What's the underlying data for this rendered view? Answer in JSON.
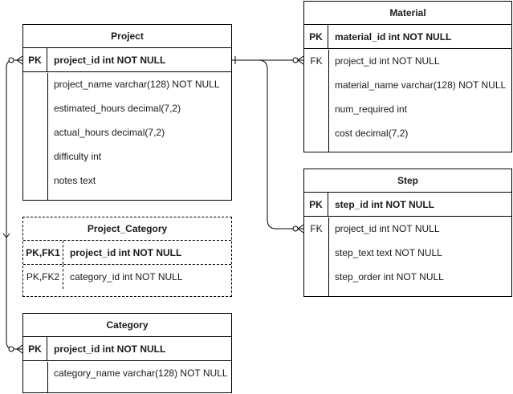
{
  "entities": {
    "project": {
      "name": "Project",
      "pk": {
        "key": "PK",
        "field": "project_id int NOT NULL"
      },
      "fields": [
        "project_name varchar(128) NOT NULL",
        "estimated_hours decimal(7,2)",
        "actual_hours decimal(7,2)",
        "difficulty int",
        "notes text"
      ]
    },
    "material": {
      "name": "Material",
      "pk": {
        "key": "PK",
        "field": "material_id int NOT NULL"
      },
      "fk": {
        "key": "FK",
        "field": "project_id int NOT NULL"
      },
      "fields": [
        "material_name varchar(128) NOT NULL",
        "num_required int",
        "cost decimal(7,2)"
      ]
    },
    "step": {
      "name": "Step",
      "pk": {
        "key": "PK",
        "field": "step_id int NOT NULL"
      },
      "fk": {
        "key": "FK",
        "field": "project_id int NOT NULL"
      },
      "fields": [
        "step_text text NOT NULL",
        "step_order int NOT NULL"
      ]
    },
    "project_category": {
      "name": "Project_Category",
      "pk1": {
        "key": "PK,FK1",
        "field": "project_id int NOT NULL"
      },
      "pk2": {
        "key": "PK,FK2",
        "field": "category_id int NOT NULL"
      }
    },
    "category": {
      "name": "Category",
      "pk": {
        "key": "PK",
        "field": "project_id int NOT NULL"
      },
      "fields": [
        "category_name varchar(128) NOT NULL"
      ]
    }
  }
}
